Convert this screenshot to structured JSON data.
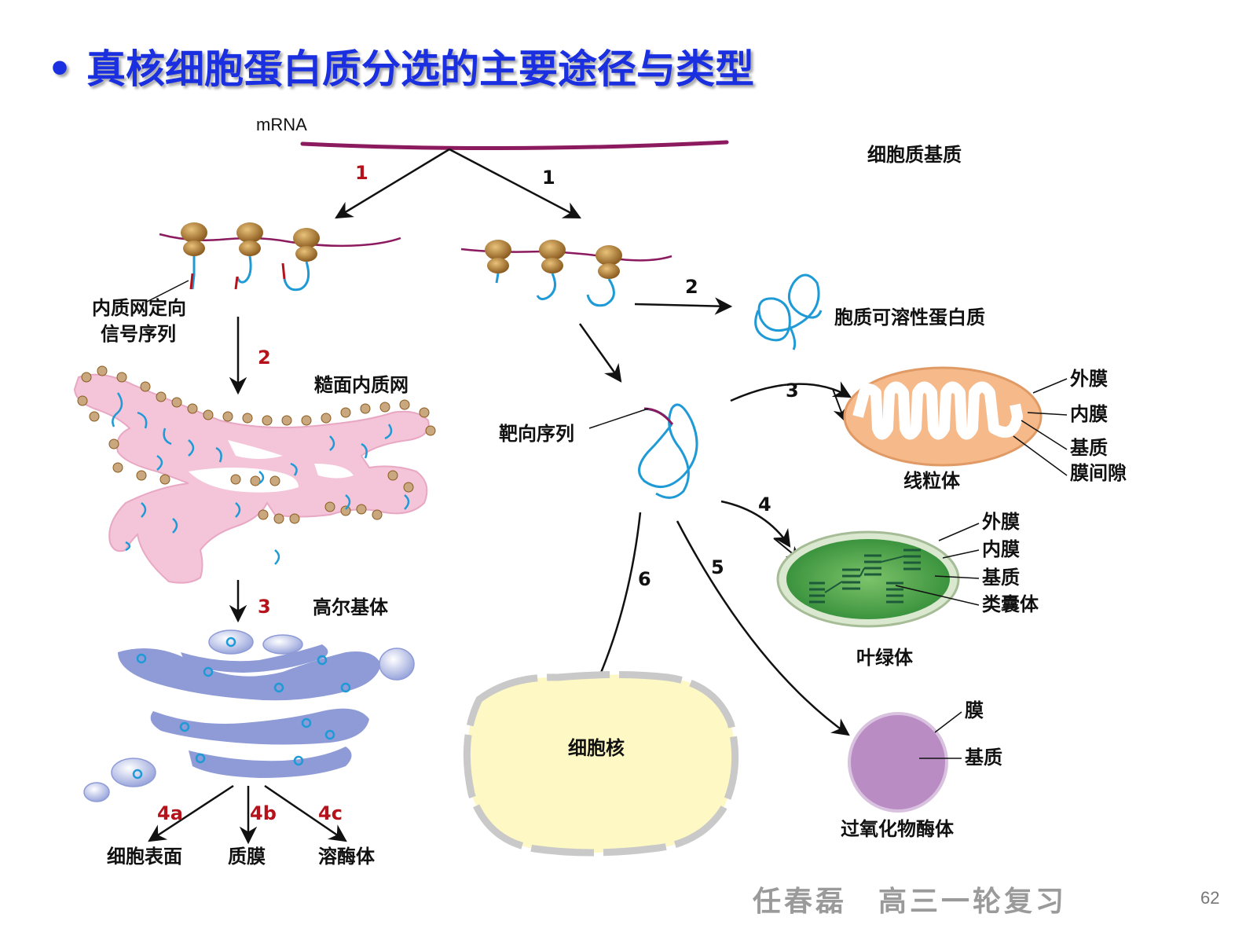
{
  "title": {
    "bullet": "•",
    "text": "真核细胞蛋白质分选的主要途径与类型"
  },
  "labels": {
    "mrna": "mRNA",
    "cytosol": "细胞质基质",
    "er_signal_line1": "内质网定向",
    "er_signal_line2": "信号序列",
    "rough_er": "糙面内质网",
    "golgi": "高尔基体",
    "cell_surface": "细胞表面",
    "plasma_membrane": "质膜",
    "lysosome": "溶酶体",
    "soluble_protein": "胞质可溶性蛋白质",
    "targeting_seq": "靶向序列",
    "nucleus": "细胞核",
    "mito_outer": "外膜",
    "mito_inner": "内膜",
    "mito_matrix": "基质",
    "mito_ims": "膜间隙",
    "mitochondrion": "线粒体",
    "chloro_outer": "外膜",
    "chloro_inner": "内膜",
    "chloro_stroma": "基质",
    "chloro_thylakoid": "类囊体",
    "chloroplast": "叶绿体",
    "perox_membrane": "膜",
    "perox_matrix": "基质",
    "peroxisome": "过氧化物酶体"
  },
  "steps": {
    "s1_left": "1",
    "s1_right": "1",
    "s2_er": "2",
    "s2_cyto": "2",
    "s3_golgi": "3",
    "s3_mito": "3",
    "s4_chloro": "4",
    "s4a": "4a",
    "s4b": "4b",
    "s4c": "4c",
    "s5": "5",
    "s6": "6"
  },
  "colors": {
    "title": "#1a2fe0",
    "step_red": "#b5121b",
    "mrna": "#8b1a5e",
    "protein": "#1e9ad6",
    "er": "#f4c4d8",
    "golgi": "#8e9bd6",
    "mito": "#f6b98a",
    "chloro": "#4aa843",
    "perox": "#b98cc4",
    "nucleus": "#fdf8c4",
    "ribosome": "#9c6a2a"
  },
  "footer": {
    "author": "任春磊",
    "course": "高三一轮复习",
    "page": "62"
  }
}
